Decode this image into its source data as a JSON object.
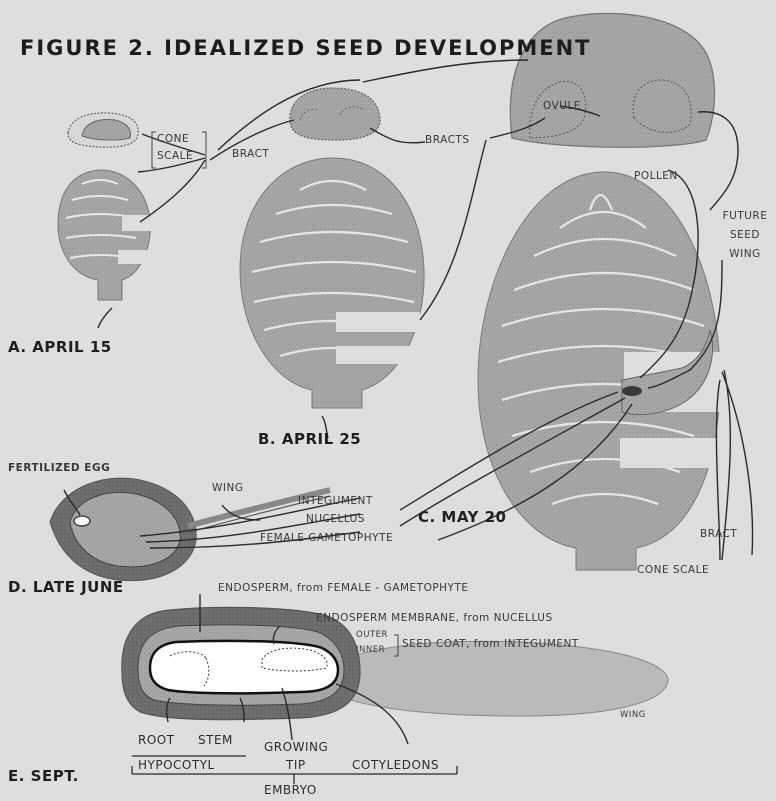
{
  "title": "FIGURE 2.  IDEALIZED SEED DEVELOPMENT",
  "stages": {
    "a": "A. APRIL 15",
    "b": "B. APRIL 25",
    "c": "C. MAY 20",
    "d": "D. LATE JUNE",
    "e": "E. SEPT."
  },
  "labels": {
    "cone_scale_1": "CONE",
    "cone_scale_2": "SCALE",
    "bract": "BRACT",
    "bracts": "BRACTS",
    "ovule": "OVULE",
    "pollen": "POLLEN",
    "future_seed_wing_1": "FUTURE",
    "future_seed_wing_2": "SEED",
    "future_seed_wing_3": "WING",
    "bract_c": "BRACT",
    "cone_scale_c": "CONE SCALE",
    "fertilized_egg": "FERTILIZED EGG",
    "wing_d": "WING",
    "integument": "INTEGUMENT",
    "nucellus": "NUCELLUS",
    "female_gametophyte": "FEMALE  GAMETOPHYTE",
    "endosperm": "ENDOSPERM, from  FEMALE - GAMETOPHYTE",
    "endosperm_membrane": "ENDOSPERM  MEMBRANE, from  NUCELLUS",
    "outer": "OUTER",
    "inner": "INNER",
    "seed_coat": "SEED  COAT, from  INTEGUMENT",
    "wing_e": "WING",
    "root": "ROOT",
    "stem": "STEM",
    "hypocotyl": "HYPOCOTYL",
    "growing": "GROWING",
    "tip": "TIP",
    "cotyledons": "COTYLEDONS",
    "embryo": "EMBRYO"
  },
  "colors": {
    "background": "#dedede",
    "tissue_fill": "#a9a9a9",
    "seed_outer": "#6f6f6f",
    "seed_wing": "#b9b9b9",
    "ink": "#2a2a2a"
  }
}
